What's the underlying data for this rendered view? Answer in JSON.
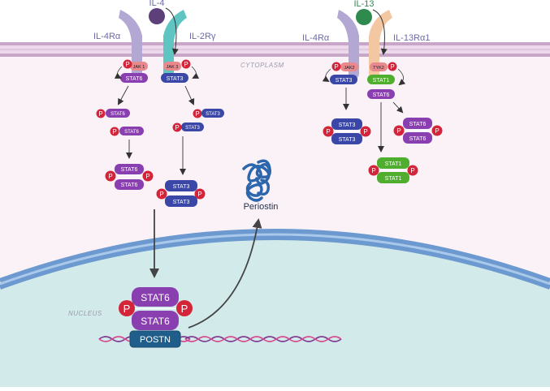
{
  "ligands": {
    "il4": "IL-4",
    "il13": "IL-13"
  },
  "receptors": {
    "il4ra_left": "IL-4Rα",
    "il2rg": "IL-2Rγ",
    "il4ra_right": "IL-4Rα",
    "il13ra1": "IL-13Rα1"
  },
  "compartments": {
    "cytoplasm": "CYTOPLASM",
    "nucleus": "NUCLEUS"
  },
  "kinases": {
    "jak1": "JAK 1",
    "jak3": "JAK 3",
    "jak2": "JAK2",
    "tyk2": "TYK2"
  },
  "proteins": {
    "stat6": "STAT6",
    "stat3": "STAT3",
    "stat1": "STAT1"
  },
  "phospho": "P",
  "gene": "POSTN",
  "product": "Periostin",
  "colors": {
    "stat6": "#8a3fb0",
    "stat3": "#3a47a6",
    "stat1": "#4fae2e",
    "phospho": "#d3243a",
    "il4": "#5d3f7a",
    "il13": "#2f8a4e",
    "il4ra": "#b3a8d3",
    "il2rg": "#5fc5c2",
    "il13ra1": "#f2c7a2",
    "membrane": "#c7a6c7",
    "cytoplasm": "#fbf2f8",
    "nuclear_membrane": "#7ba7d6",
    "nucleoplasm": "#d2eaea",
    "dna_strand_a": "#7f3a91",
    "dna_strand_b": "#d64b8e",
    "gene_box": "#1f5e8a"
  }
}
